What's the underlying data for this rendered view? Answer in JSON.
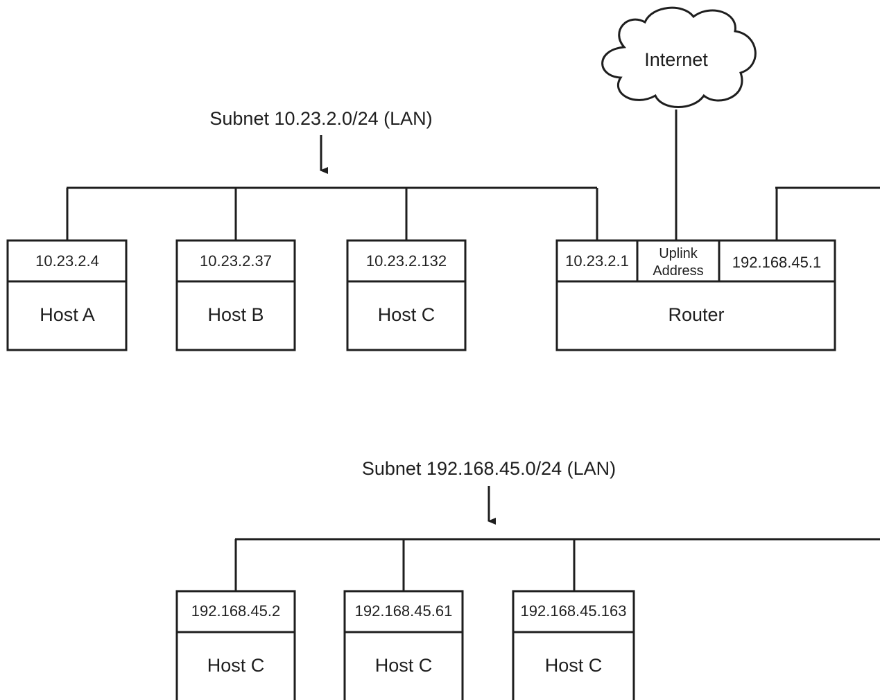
{
  "cloud": {
    "label": "Internet"
  },
  "subnet_a": {
    "title": "Subnet 10.23.2.0/24 (LAN)",
    "hosts": [
      {
        "address": "10.23.2.4",
        "name": "Host A"
      },
      {
        "address": "10.23.2.37",
        "name": "Host B"
      },
      {
        "address": "10.23.2.132",
        "name": "Host C"
      }
    ]
  },
  "router": {
    "name": "Router",
    "lan_address": "10.23.2.1",
    "uplink_line1": "Uplink",
    "uplink_line2": "Address",
    "second_lan_address": "192.168.45.1"
  },
  "subnet_b": {
    "title": "Subnet 192.168.45.0/24 (LAN)",
    "hosts": [
      {
        "address": "192.168.45.2",
        "name": "Host C"
      },
      {
        "address": "192.168.45.61",
        "name": "Host C"
      },
      {
        "address": "192.168.45.163",
        "name": "Host C"
      }
    ]
  }
}
